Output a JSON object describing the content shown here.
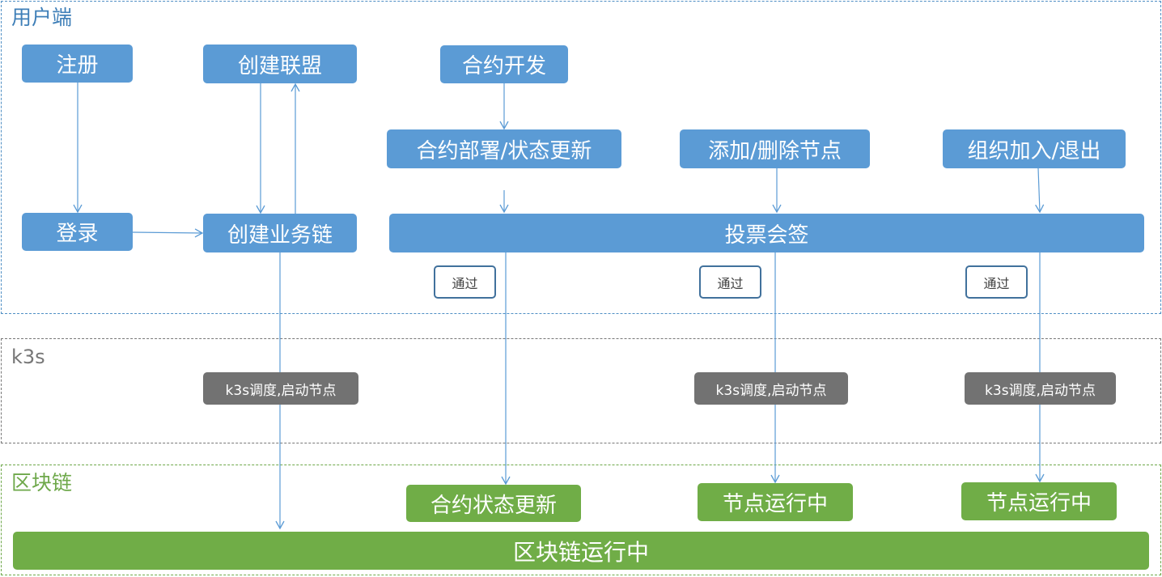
{
  "regions": {
    "user": "用户端",
    "k3s": "k3s",
    "chain": "区块链"
  },
  "nodes": {
    "register": "注册",
    "login": "登录",
    "create_alliance": "创建联盟",
    "create_chain": "创建业务链",
    "contract_dev": "合约开发",
    "contract_deploy": "合约部署/状态更新",
    "add_remove_node": "添加/删除节点",
    "org_join_exit": "组织加入/退出",
    "vote": "投票会签",
    "pass_1": "通过",
    "pass_2": "通过",
    "pass_3": "通过",
    "k3s_1": "k3s调度,启动节点",
    "k3s_2": "k3s调度,启动节点",
    "k3s_3": "k3s调度,启动节点",
    "contract_state_update": "合约状态更新",
    "node_running_1": "节点运行中",
    "node_running_2": "节点运行中",
    "chain_running": "区块链运行中"
  },
  "colors": {
    "blue": "#5b9bd5",
    "green": "#70ad47",
    "gray": "#727272",
    "line": "#5b9bd5"
  }
}
